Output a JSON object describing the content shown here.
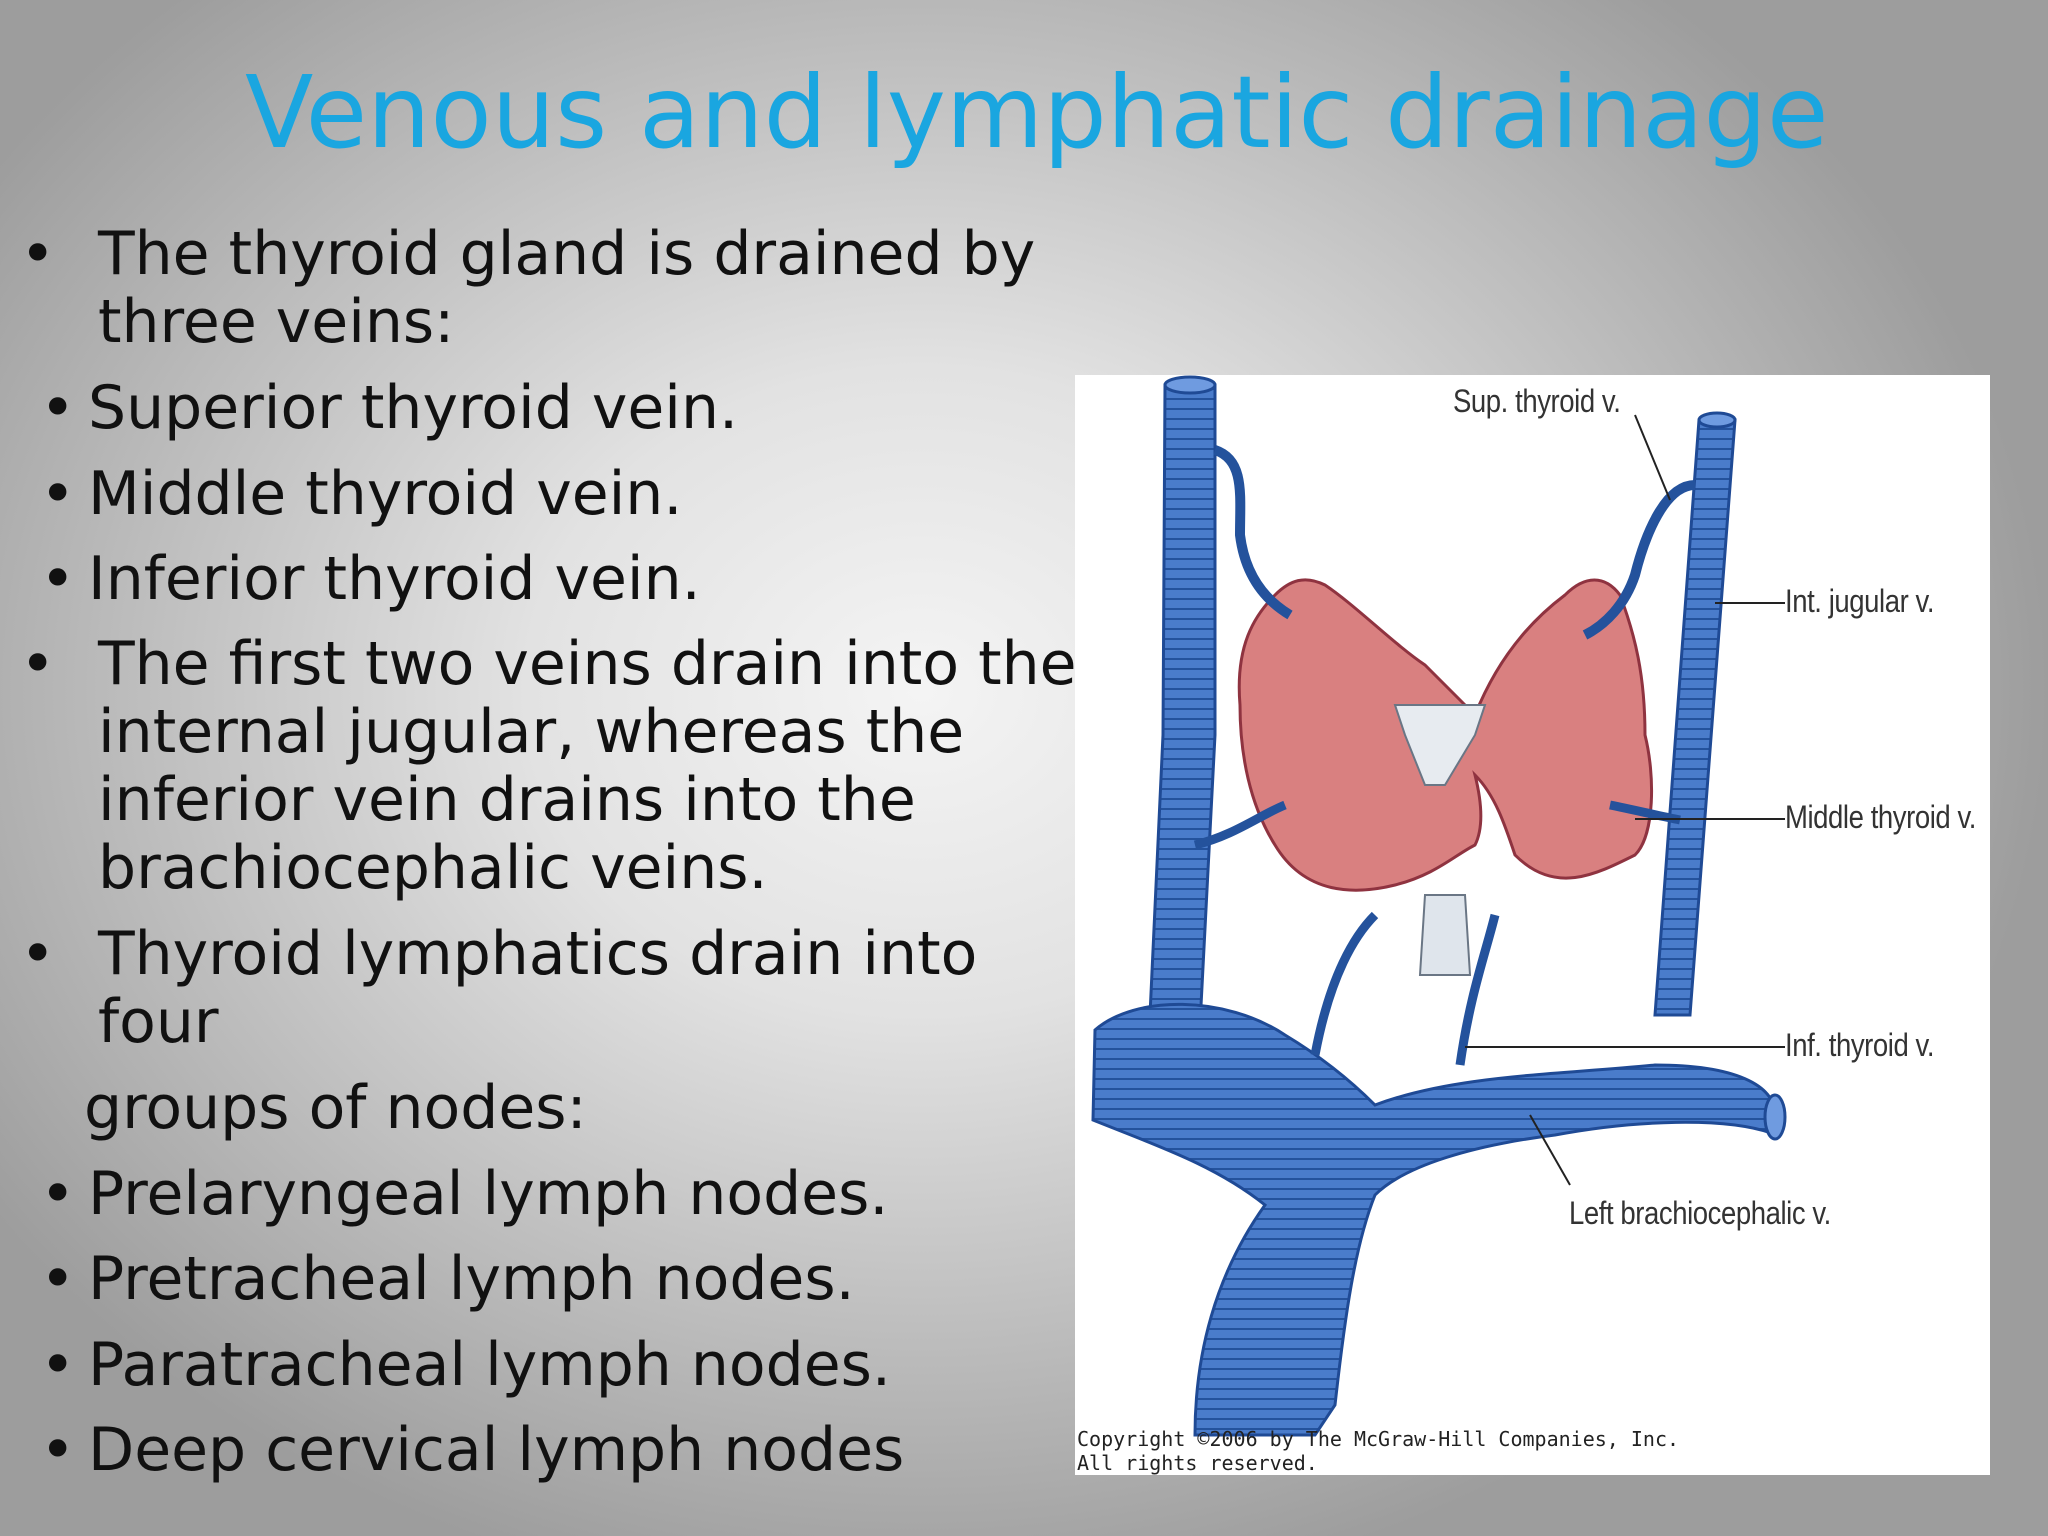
{
  "slide": {
    "title": "Venous and lymphatic drainage",
    "items": [
      {
        "bullet": "•",
        "lines": [
          "The thyroid gland is drained by",
          "three veins:"
        ]
      },
      {
        "bullet": "•",
        "lines": [
          "Superior thyroid vein."
        ]
      },
      {
        "bullet": "•",
        "lines": [
          "Middle thyroid vein."
        ]
      },
      {
        "bullet": "•",
        "lines": [
          "Inferior thyroid vein."
        ]
      },
      {
        "bullet": "•",
        "lines": [
          "The first two veins drain into the",
          "internal jugular, whereas the",
          "inferior vein drains into the",
          "brachiocephalic veins."
        ]
      },
      {
        "bullet": "•",
        "lines": [
          "Thyroid lymphatics drain into",
          "four"
        ]
      },
      {
        "bullet": "",
        "lines": [
          "groups of nodes:"
        ]
      },
      {
        "bullet": "•",
        "lines": [
          "Prelaryngeal lymph nodes."
        ]
      },
      {
        "bullet": "•",
        "lines": [
          "Pretracheal lymph nodes."
        ]
      },
      {
        "bullet": "•",
        "lines": [
          "Paratracheal lymph nodes."
        ]
      },
      {
        "bullet": "•",
        "lines": [
          "Deep cervical lymph nodes"
        ]
      }
    ]
  },
  "figure": {
    "labels": {
      "sup_thyroid": "Sup. thyroid v.",
      "int_jugular": "Int. jugular v.",
      "middle_thyroid": "Middle thyroid v.",
      "inf_thyroid": "Inf. thyroid v.",
      "left_brachiocephalic": "Left brachiocephalic v."
    },
    "copyright_line1": "Copyright ©2006 by The McGraw-Hill Companies, Inc.",
    "copyright_line2": "All rights reserved.",
    "colors": {
      "vein": "#3d6fc0",
      "vein_dark": "#1f4a95",
      "gland": "#d97f80",
      "gland_edge": "#9a3a44"
    }
  }
}
